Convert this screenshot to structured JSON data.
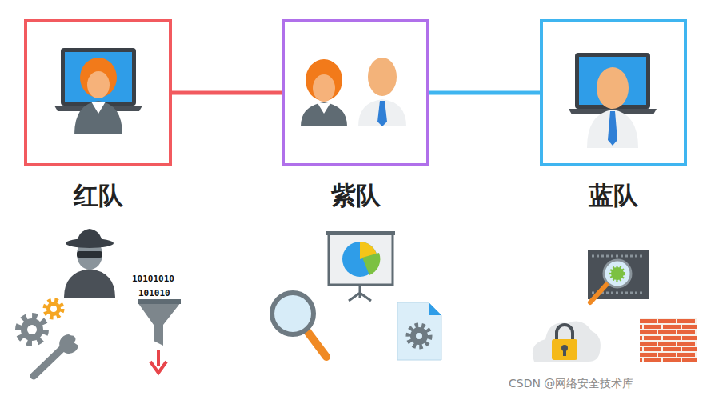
{
  "diagram": {
    "nodes": [
      {
        "text": [
          "红队"
        ]
      },
      {
        "text": [
          "紫队"
        ]
      },
      {
        "text": [
          "蓝队"
        ]
      }
    ],
    "edges": [
      {
        "from": 0,
        "to": 1,
        "arrow": "none"
      },
      {
        "from": 1,
        "to": 2,
        "arrow": "none"
      }
    ],
    "labels": [
      "10101010",
      "101010",
      "CSDN @网络安全技术库"
    ]
  }
}
